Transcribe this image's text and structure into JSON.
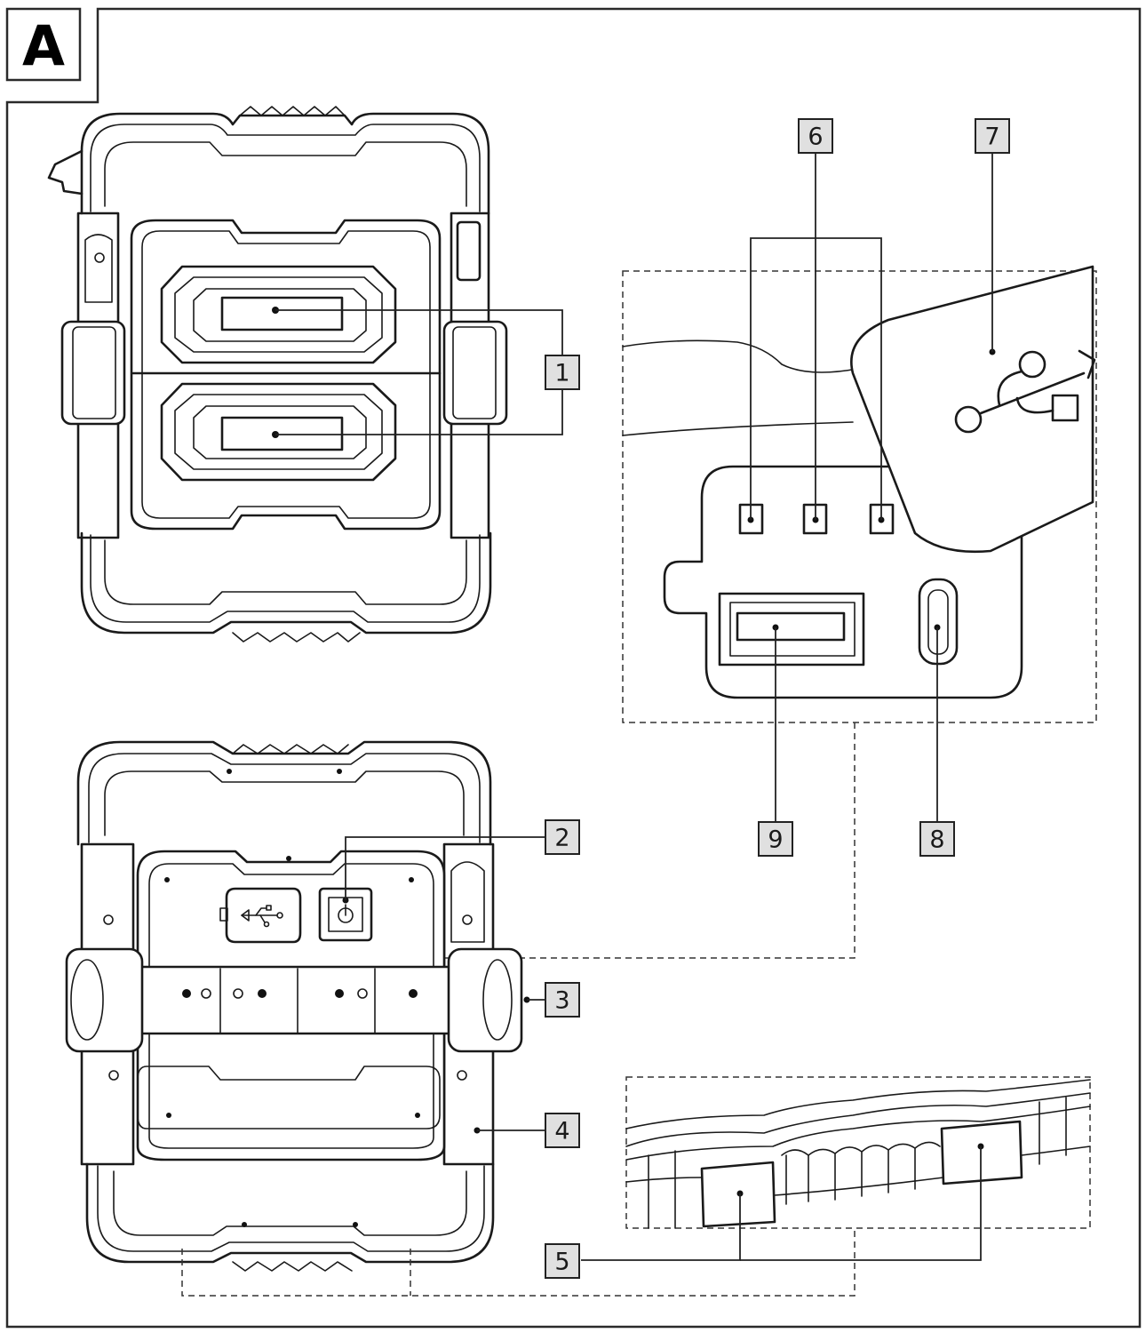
{
  "panel": {
    "letter": "A"
  },
  "labels": [
    "1",
    "2",
    "3",
    "4",
    "5",
    "6",
    "7",
    "8",
    "9"
  ],
  "colors": {
    "ink": "#1a1a1a",
    "label_box": "#e0e0e0",
    "background": "#ffffff"
  },
  "icons": [
    "usb-icon",
    "power-icon"
  ]
}
